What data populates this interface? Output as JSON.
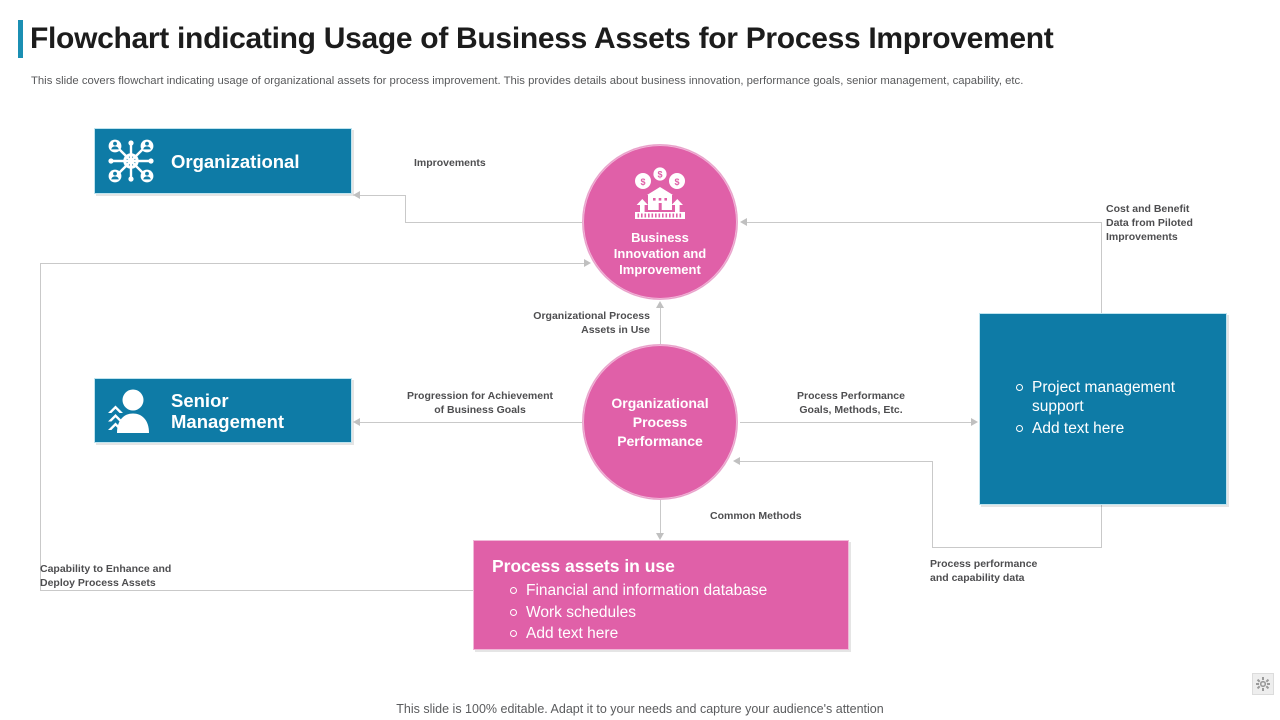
{
  "header": {
    "title": "Flowchart indicating Usage of Business Assets for Process Improvement",
    "subtitle": "This slide covers flowchart indicating usage of organizational assets for process improvement. This provides details about business innovation, performance goals, senior management, capability, etc.",
    "accent_color": "#1b8fb3"
  },
  "theme": {
    "blue": "#0e7ba6",
    "pink": "#e060a8",
    "line": "#c9c9c9",
    "label_text": "#4e4e50"
  },
  "nodes": {
    "organizational": {
      "label": "Organizational",
      "icon": "network-hub-icon",
      "color": "#0e7ba6"
    },
    "business_innovation": {
      "label": "Business\nInnovation and\nImprovement",
      "line1": "Business",
      "line2": "Innovation and",
      "line3": "Improvement",
      "icon": "bank-growth-icon",
      "color": "#e060a8"
    },
    "process_performance": {
      "label": "Organizational\nProcess\nPerformance",
      "line1": "Organizational",
      "line2": "Process",
      "line3": "Performance",
      "icon": "",
      "color": "#e060a8"
    },
    "senior_management": {
      "line1": "Senior",
      "line2": "Management",
      "icon": "person-promotion-icon",
      "color": "#0e7ba6"
    },
    "project_support": {
      "heading": "",
      "bullets": [
        "Project management support",
        "Add text here"
      ],
      "color": "#0e7ba6"
    },
    "process_assets": {
      "heading": "Process assets in use",
      "bullets": [
        "Financial and information database",
        "Work schedules",
        "Add text here"
      ],
      "color": "#e060a8"
    }
  },
  "edges": [
    {
      "id": "improvements",
      "label": "Improvements"
    },
    {
      "id": "cost-benefit",
      "line1": "Cost and Benefit",
      "line2": "Data from Piloted",
      "line3": "Improvements"
    },
    {
      "id": "assets-in-use",
      "line1": "Organizational Process",
      "line2": "Assets in Use"
    },
    {
      "id": "progression",
      "line1": "Progression for Achievement",
      "line2": "of Business Goals"
    },
    {
      "id": "perf-goals",
      "line1": "Process Performance",
      "line2": "Goals, Methods, Etc."
    },
    {
      "id": "common-methods",
      "label": "Common Methods"
    },
    {
      "id": "perf-capability-data",
      "line1": "Process performance",
      "line2": "and capability data"
    },
    {
      "id": "capability-enhance",
      "line1": "Capability to Enhance and",
      "line2": "Deploy Process Assets"
    }
  ],
  "footer": {
    "note": "This slide is 100% editable. Adapt it to your needs and capture your audience's attention",
    "corner_icon": "gear-icon"
  }
}
